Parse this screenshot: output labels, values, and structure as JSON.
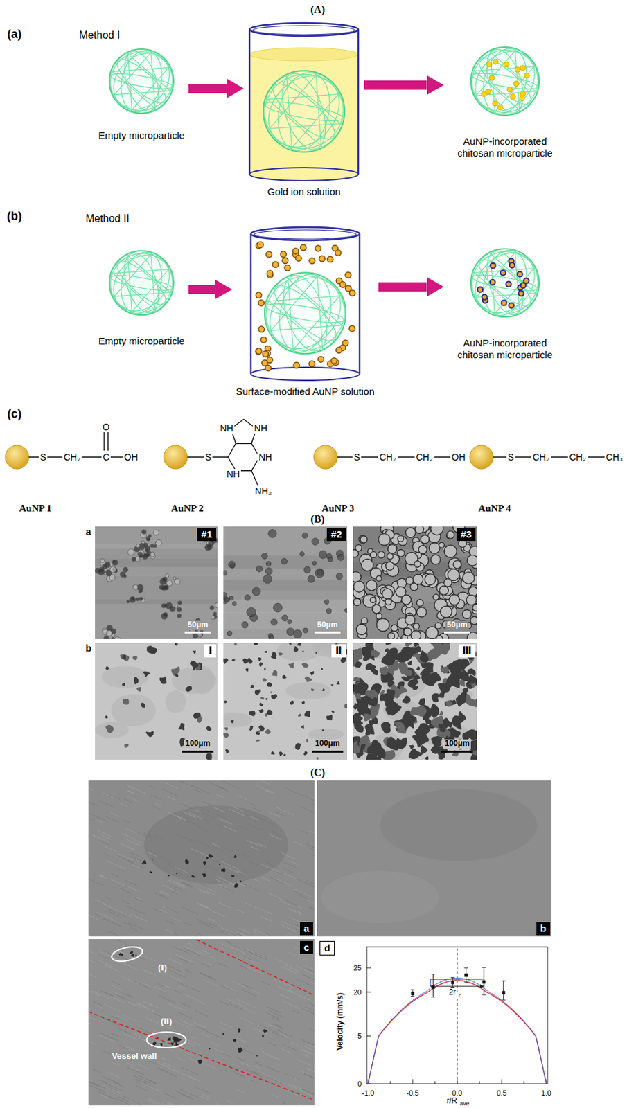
{
  "diagram": {
    "nodes": [
      {
        "text": [
          "Empty microparticle"
        ]
      },
      {
        "text": [
          "Gold ion solution"
        ]
      },
      {
        "text": [
          "AuNP-incorporated chitosan microparticle"
        ]
      },
      {
        "text": [
          "Empty microparticle"
        ]
      },
      {
        "text": [
          "Surface-modified AuNP solution"
        ]
      },
      {
        "text": [
          "AuNP-incorporated chitosan microparticle"
        ]
      },
      {
        "text": [
          "#1"
        ]
      },
      {
        "text": [
          "#2"
        ]
      },
      {
        "text": [
          "#3"
        ]
      },
      {
        "text": [
          "Ⅰ"
        ]
      },
      {
        "text": [
          "Ⅱ"
        ]
      },
      {
        "text": [
          "Ⅲ"
        ]
      },
      {
        "text": [
          "a"
        ]
      },
      {
        "text": [
          "b"
        ]
      },
      {
        "text": [
          "c"
        ]
      },
      {
        "text": [
          "d"
        ]
      }
    ],
    "edges": [
      {
        "from": 0,
        "to": 1,
        "arrow": "to"
      },
      {
        "from": 1,
        "to": 2,
        "arrow": "to"
      },
      {
        "from": 3,
        "to": 4,
        "arrow": "to"
      },
      {
        "from": 4,
        "to": 5,
        "arrow": "to"
      }
    ],
    "labels": [
      "(A)",
      "(a)",
      "Method I",
      "(b)",
      "Method II",
      "(c)",
      "S",
      "CH₂",
      "C",
      "O",
      "OH",
      "AuNP 1",
      "S",
      "NH",
      "NH",
      "NH",
      "NH",
      "NH₂",
      "AuNP 2",
      "S",
      "CH₂",
      "CH₂",
      "OH",
      "AuNP 3",
      "S",
      "CH₂",
      "CH₂",
      "CH₃",
      "AuNP 4",
      "(B)",
      "a",
      "50μm",
      "50μm",
      "50μm",
      "b",
      "100μm",
      "100μm",
      "100μm",
      "(C)",
      "(Ⅰ)",
      "(Ⅱ)",
      "Vessel wall",
      "Velocity (mm/s)",
      "25",
      "20",
      "5",
      "0",
      "-1.0",
      "-0.5",
      "0.0",
      "0.5",
      "1.0",
      "r/R",
      "ave",
      "2r",
      "c"
    ]
  }
}
